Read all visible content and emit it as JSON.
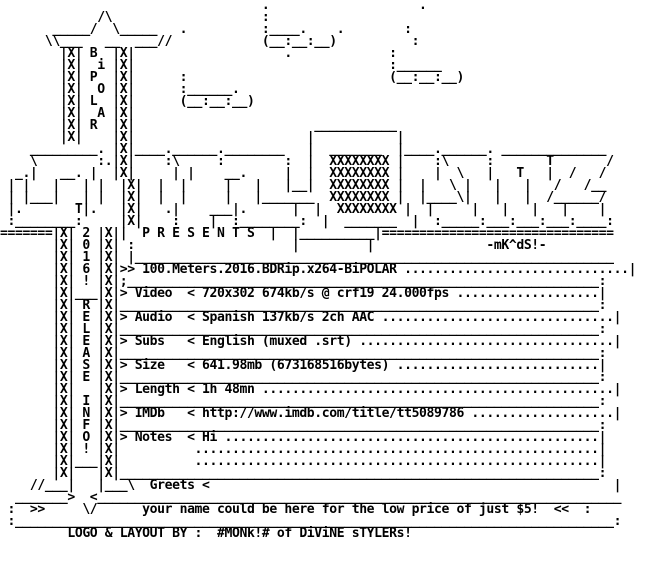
{
  "lines": [
    "                                   .                    .",
    "             /\\                    :",
    "       _____/  \\_____   .          :____.    .        :",
    "      \\\\___   __  ___//            (__:__:__)          :",
    "        |X| B  |X|                    .             :",
    "        |X|  i |X|                                  :______",
    "        |X| P  |X|      :                           (__:__:__)",
    "        |X|  O |X|      :______.",
    "        |X| L  |X|      (__:__:__)",
    "        |X|  A |X|",
    "        |X| R  |X|                        ___________",
    "        |X|    |X|                       |           |",
    "    _________. |X|____.______.________   |  _______  |____.______. ______________",
    "    \\        :.|X|    :\\     :        :  |  XXXXXXXX |    :\\     :       T       /",
    "  _.|   __. |  |X|     | |    __.     |  |  XXXXXXXX |    |  \\   |   T   |  /   /",
    " | |   |   | |  |X|  |  |     |   |   |__|  XXXXXXXX |  |   \\ |   |   |   /   /__",
    " | |___|   | |  |X|  |  |     |   |_______  XXXXXXXX |  |____\\|   |   |  /______/",
    " |.       T|.   |X|   .|    ___|.      |  |  XXXXXXXX |  |     |   |   |   |    |",
    " :________:     |X|    :    |  :________:  |  _______  |  :_____:___:___:___:____:",
    "=======|X| 2 |X||  P R E S E N T S  |  |__________|===============================",
    "       |X| 0 |X| :                     |         |               -mK^dS!-",
    "       |X| 1 |X| |________________________________________________________________",
    "       |X| 6 |X|>> 100.Meters.2016.BDRip.x264-BiPOLAR ..............................|",
    "       |X| ! |X|;_______________________________________________________________:",
    "       |X|___|X|> Video  < 720x302 674kb/s @ crf19 24.000fps ...................|",
    "       |X| R |X|________________________________________________________________:",
    "       |X| E |X|> Audio  < Spanish 137kb/s 2ch AAC ...............................|",
    "       |X| L |X|________________________________________________________________:",
    "       |X| E |X|> Subs   < English (muxed .srt) ..................................|",
    "       |X| A |X|________________________________________________________________:",
    "       |X| S |X|> Size   < 641.98mb (673168516bytes) ...........................|",
    "       |X| E |X|________________________________________________________________:",
    "       |X|   |X|> Length < 1h 48mn ...............................................|",
    "       |X| I |X|________________________________________________________________:",
    "       |X| N |X|> IMDb   < http://www.imdb.com/title/tt5089786 ...................|",
    "       |X| F |X|________________________________________________________________:",
    "       |X| O |X|> Notes  < Hi ..................................................|",
    "       |X| ! |X|          ......................................................|",
    "       |X|___|X|          ......................................................|",
    "       |X|   |X|________________________________________________________________:",
    "    //___|   |___\\  Greets <                                                      |",
    "  _______>  <______________________________________________________________________",
    " :  >>     \\/      your name could be here for the low price of just $5!  <<  :",
    " :________________________________________________________________________________:",
    "         LOGO & LAYOUT BY :  #MONk!# of DiViNE sTYLERs!"
  ]
}
